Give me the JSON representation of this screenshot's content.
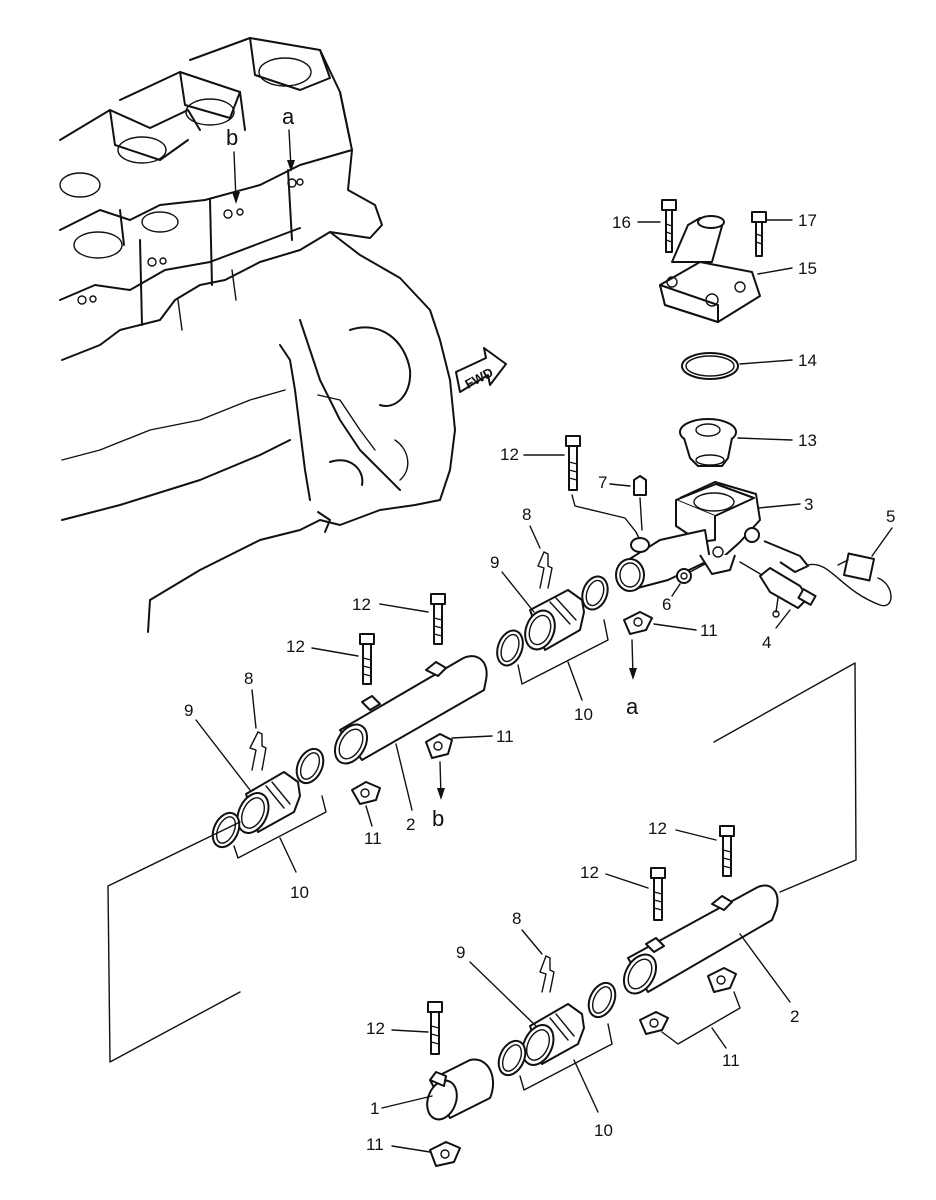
{
  "diagram": {
    "direction_marker": "FWD",
    "view_refs": [
      "a",
      "b"
    ],
    "callouts": [
      "1",
      "2",
      "3",
      "4",
      "5",
      "6",
      "7",
      "8",
      "9",
      "10",
      "11",
      "12",
      "13",
      "14",
      "15",
      "16",
      "17"
    ]
  }
}
